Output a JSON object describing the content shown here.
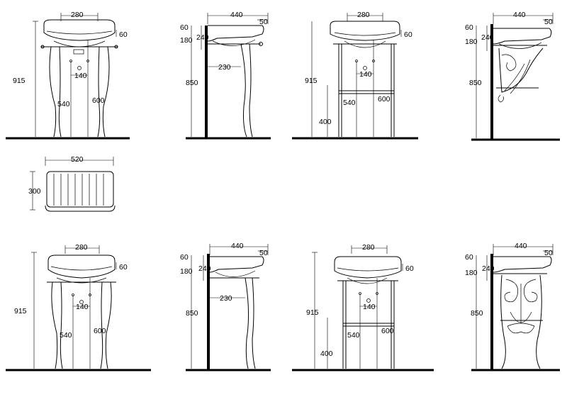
{
  "diagrams": {
    "front_legs_top": {
      "width": "280",
      "tap": "60",
      "height": "915",
      "floor_waste": "540",
      "top": "600",
      "holes": "140"
    },
    "side_legs_top": {
      "depth": "440",
      "back": "50",
      "rim": "60",
      "bowl": "180",
      "splash": "240",
      "height": "850",
      "projection": "230"
    },
    "front_frame_top": {
      "width": "280",
      "tap": "60",
      "height": "915",
      "shelf": "400",
      "floor_waste": "540",
      "top": "600",
      "holes": "140"
    },
    "side_bracket_top": {
      "depth": "440",
      "back": "50",
      "rim": "60",
      "bowl": "180",
      "splash": "240",
      "height": "850"
    },
    "basket": {
      "width": "520",
      "height": "300"
    },
    "front_legs_bottom": {
      "width": "280",
      "tap": "60",
      "height": "915",
      "floor_waste": "540",
      "top": "600",
      "holes": "140"
    },
    "side_legs_bottom": {
      "depth": "440",
      "back": "50",
      "rim": "60",
      "bowl": "180",
      "splash": "240",
      "height": "850",
      "projection": "230"
    },
    "front_frame_bottom": {
      "width": "280",
      "tap": "60",
      "height": "915",
      "shelf": "400",
      "floor_waste": "540",
      "top": "600",
      "holes": "140"
    },
    "side_ornate_bottom": {
      "depth": "440",
      "back": "50",
      "rim": "60",
      "bowl": "180",
      "splash": "240",
      "height": "850"
    }
  }
}
